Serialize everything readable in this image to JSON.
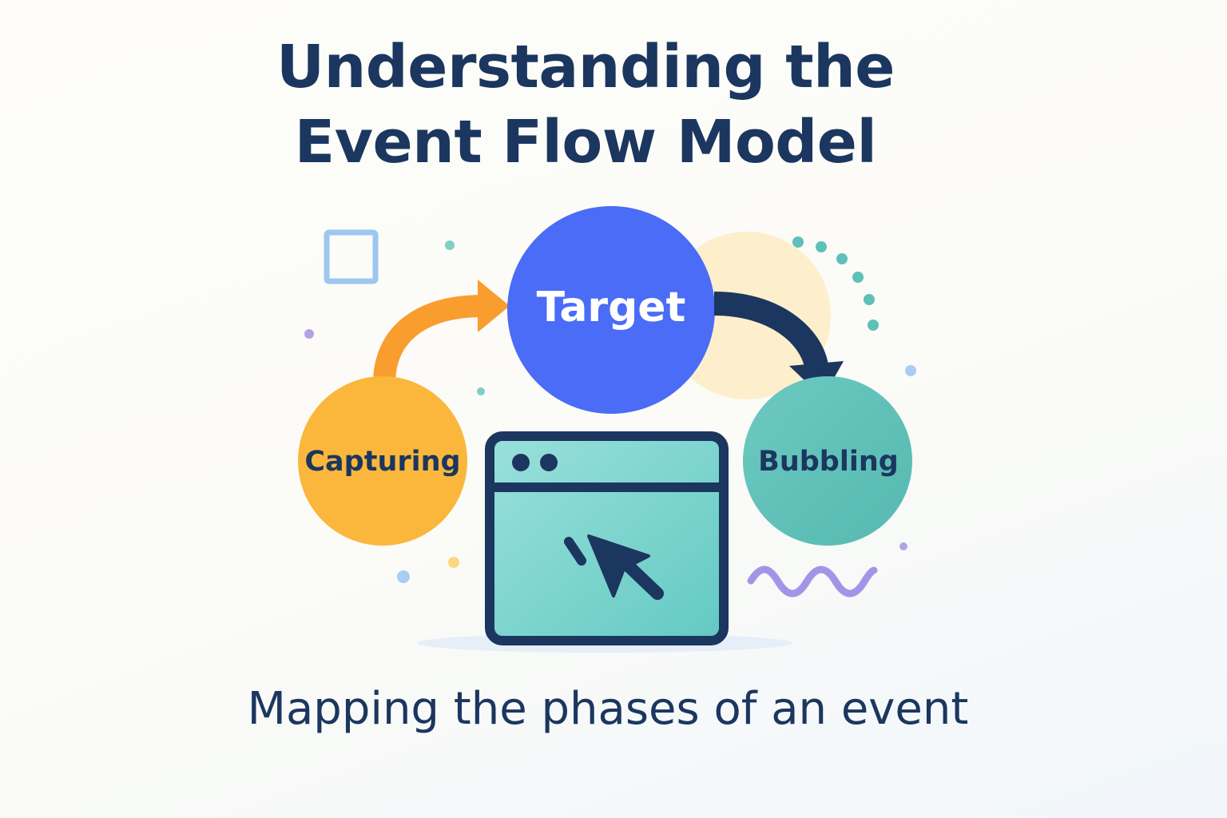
{
  "header": {
    "title_line1": "Understanding the",
    "title_line2": "Event Flow Model"
  },
  "phases": {
    "capturing": "Capturing",
    "target": "Target",
    "bubbling": "Bubbling"
  },
  "footer": {
    "subtitle": "Mapping the phases of an event"
  },
  "colors": {
    "title": "#1b365f",
    "capturing": "#fbb73c",
    "target": "#4a6cf7",
    "bubbling": "#5ec0b8",
    "capture_arrow": "#f99d2e",
    "bubble_arrow": "#1b365f",
    "window_fill": "#86d8d4"
  },
  "icons": {
    "browser": "browser-window-icon",
    "cursor": "mouse-cursor-icon"
  }
}
